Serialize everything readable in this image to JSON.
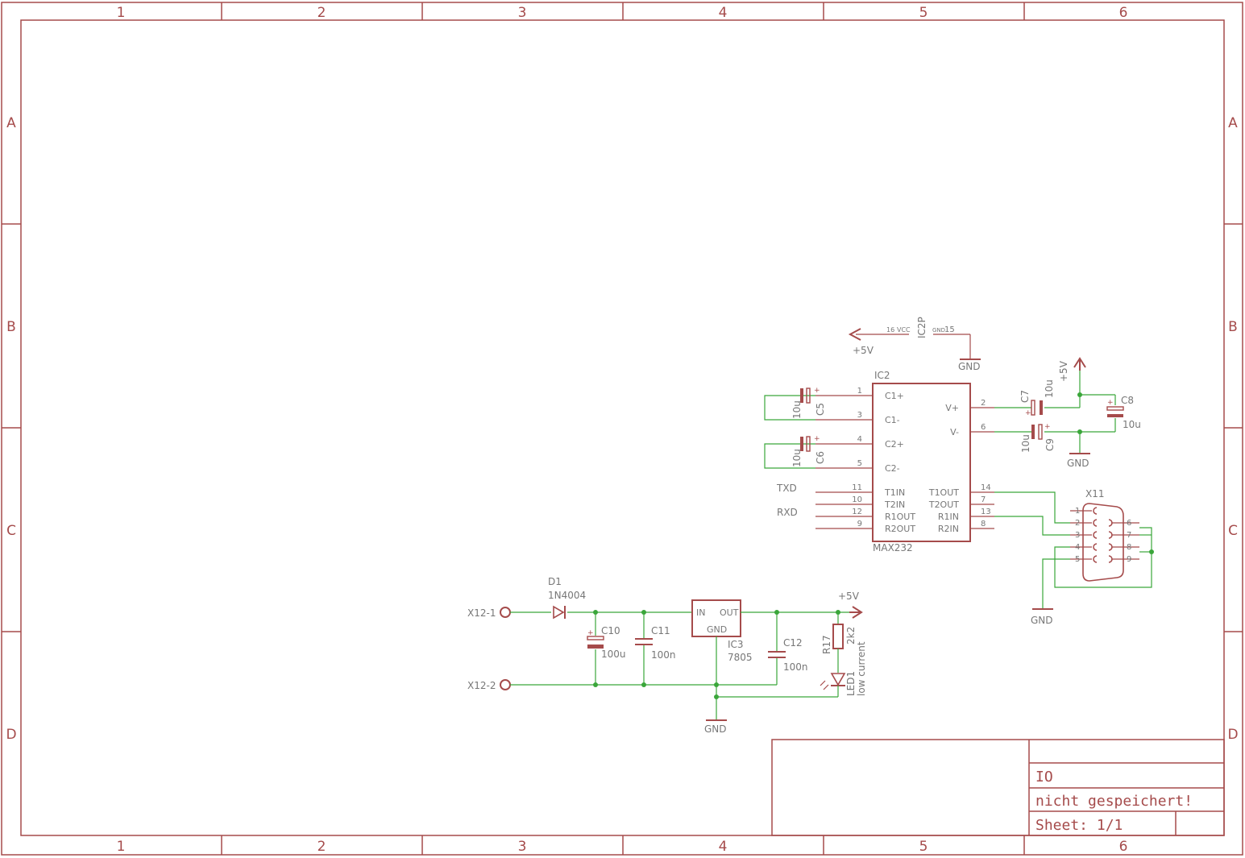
{
  "frame": {
    "columns": [
      "1",
      "2",
      "3",
      "4",
      "5",
      "6"
    ],
    "rows": [
      "A",
      "B",
      "C",
      "D"
    ]
  },
  "title_block": {
    "title": "IO",
    "status": "nicht gespeichert!",
    "sheet": "Sheet: 1/1"
  },
  "schematic": {
    "ic2p": {
      "name": "IC2P",
      "vcc_pin": "16",
      "vcc_label": "VCC",
      "gnd_label": "GND",
      "gnd_pin": "15"
    },
    "ic2": {
      "name": "IC2",
      "value": "MAX232",
      "left_pins": [
        {
          "num": "1",
          "name": "C1+"
        },
        {
          "num": "3",
          "name": "C1-"
        },
        {
          "num": "4",
          "name": "C2+"
        },
        {
          "num": "5",
          "name": "C2-"
        },
        {
          "num": "11",
          "name": "T1IN"
        },
        {
          "num": "10",
          "name": "T2IN"
        },
        {
          "num": "12",
          "name": "R1OUT"
        },
        {
          "num": "9",
          "name": "R2OUT"
        }
      ],
      "right_pins": [
        {
          "num": "2",
          "name": "V+"
        },
        {
          "num": "6",
          "name": "V-"
        },
        {
          "num": "14",
          "name": "T1OUT"
        },
        {
          "num": "7",
          "name": "T2OUT"
        },
        {
          "num": "13",
          "name": "R1IN"
        },
        {
          "num": "8",
          "name": "R2IN"
        }
      ]
    },
    "signals": {
      "txd": "TXD",
      "rxd": "RXD"
    },
    "supply": {
      "plus5v": "+5V",
      "gnd": "GND"
    },
    "capacitors": {
      "c5": {
        "name": "C5",
        "value": "10u"
      },
      "c6": {
        "name": "C6",
        "value": "10u"
      },
      "c7": {
        "name": "C7",
        "value": "10u"
      },
      "c8": {
        "name": "C8",
        "value": "10u"
      },
      "c9": {
        "name": "C9",
        "value": "10u"
      },
      "c10": {
        "name": "C10",
        "value": "100u"
      },
      "c11": {
        "name": "C11",
        "value": "100n"
      },
      "c12": {
        "name": "C12",
        "value": "100n"
      }
    },
    "x11": {
      "name": "X11",
      "pins": [
        "1",
        "2",
        "3",
        "4",
        "5",
        "6",
        "7",
        "8",
        "9"
      ]
    },
    "d1": {
      "name": "D1",
      "value": "1N4004"
    },
    "ic3": {
      "name": "IC3",
      "value": "7805",
      "in": "IN",
      "out": "OUT",
      "gnd": "GND"
    },
    "r17": {
      "name": "R17",
      "value": "2k2"
    },
    "led1": {
      "name": "LED1",
      "value": "low current"
    },
    "x12": {
      "pin1": "X12-1",
      "pin2": "X12-2"
    }
  }
}
